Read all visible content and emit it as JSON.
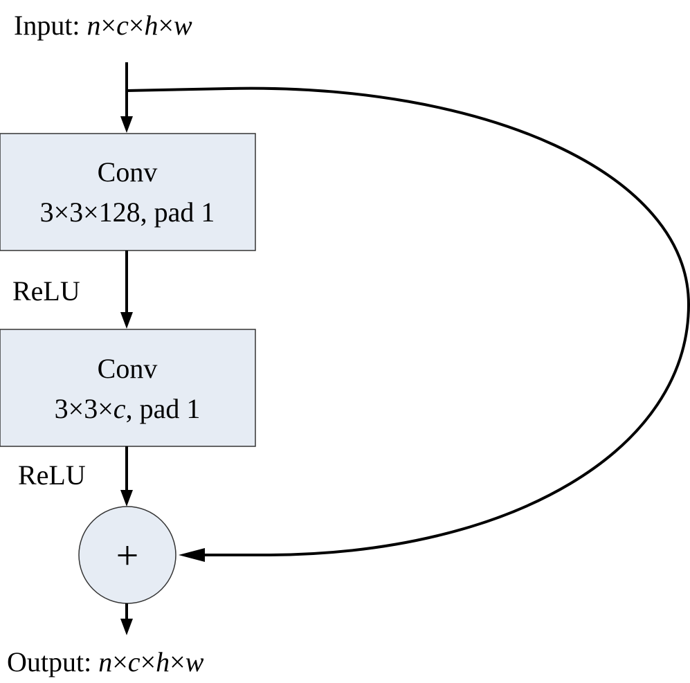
{
  "input": {
    "prefix": "Input: ",
    "dims": [
      {
        "text": "n",
        "italic": true
      },
      {
        "text": "×",
        "italic": false
      },
      {
        "text": "c",
        "italic": true
      },
      {
        "text": "×",
        "italic": false
      },
      {
        "text": "h",
        "italic": true
      },
      {
        "text": "×",
        "italic": false
      },
      {
        "text": "w",
        "italic": true
      }
    ]
  },
  "conv1": {
    "title": "Conv",
    "params": "3×3×128, pad 1"
  },
  "relu1": "ReLU",
  "conv2": {
    "title": "Conv",
    "params_prefix": "3×3×",
    "params_var": "c",
    "params_suffix": ", pad 1"
  },
  "relu2": "ReLU",
  "sum": {
    "symbol": "+"
  },
  "output": {
    "prefix": "Output: ",
    "dims": [
      {
        "text": "n",
        "italic": true
      },
      {
        "text": "×",
        "italic": false
      },
      {
        "text": "c",
        "italic": true
      },
      {
        "text": "×",
        "italic": false
      },
      {
        "text": "h",
        "italic": true
      },
      {
        "text": "×",
        "italic": false
      },
      {
        "text": "w",
        "italic": true
      }
    ]
  },
  "colors": {
    "box_fill": "#e6ecf4",
    "box_stroke": "#333333",
    "line": "#000000"
  }
}
